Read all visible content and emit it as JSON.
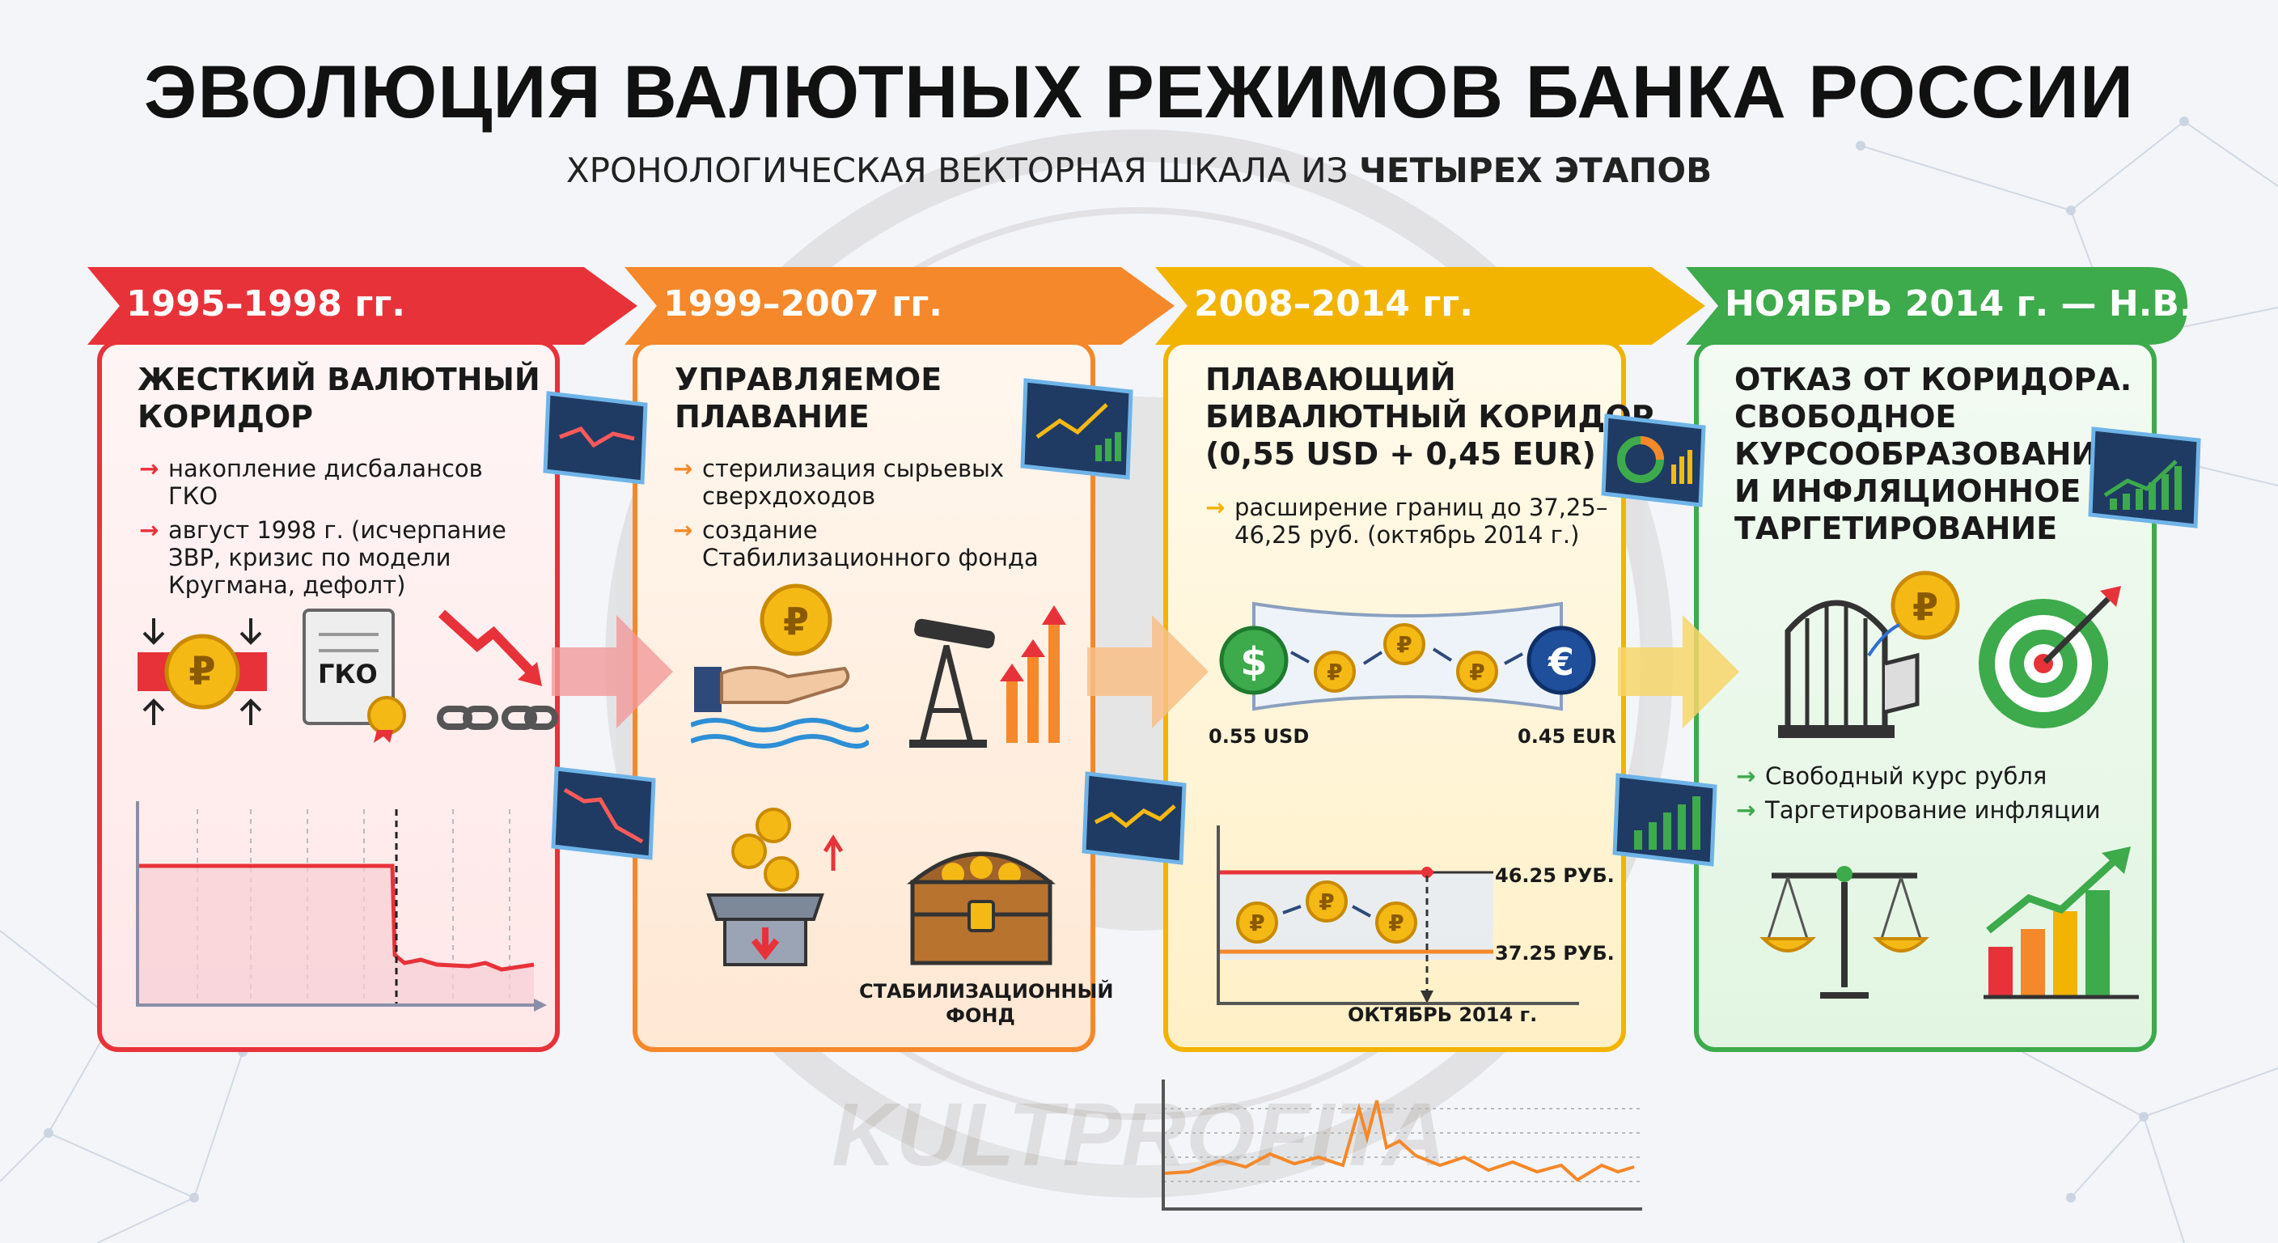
{
  "header": {
    "title": "ЭВОЛЮЦИЯ ВАЛЮТНЫХ РЕЖИМОВ БАНКА РОССИИ",
    "subtitle_prefix": "ХРОНОЛОГИЧЕСКАЯ ВЕКТОРНАЯ ШКАЛА ИЗ",
    "subtitle_emphasis": "ЧЕТЫРЕХ ЭТАПОВ"
  },
  "watermark": "KULTPROFITA",
  "colors": {
    "stage1": "#e8323a",
    "stage2": "#f5882a",
    "stage3": "#f2b400",
    "stage4": "#3daa4c"
  },
  "stages": [
    {
      "period": "1995–1998 гг.",
      "title": [
        "ЖЕСТКИЙ ВАЛЮТНЫЙ",
        "КОРИДОР"
      ],
      "bullets": [
        "накопление дисбалансов ГКО",
        "август 1998 г. (исчерпание ЗВР, кризис по модели Кругмана, дефолт)"
      ],
      "icon_labels": {
        "document": "ГКО"
      },
      "icons": [
        "compressed-ruble-icon",
        "gko-certificate-icon",
        "falling-arrow-broken-chain-icon",
        "monitor-falling-chart-icon"
      ]
    },
    {
      "period": "1999–2007 гг.",
      "title": [
        "УПРАВЛЯЕМОЕ",
        "ПЛАВАНИЕ"
      ],
      "bullets": [
        "стерилизация сырьевых сверхдоходов",
        "создание Стабилизационного фонда"
      ],
      "icon_labels": {
        "chest": "СТАБИЛИЗАЦИОННЫЙ ФОНД"
      },
      "icons": [
        "hand-ruble-icon",
        "oil-pump-rising-arrows-icon",
        "coin-box-icon",
        "treasure-chest-icon",
        "monitor-rising-chart-icon"
      ]
    },
    {
      "period": "2008–2014 гг.",
      "title": [
        "ПЛАВАЮЩИЙ",
        "БИВАЛЮТНЫЙ КОРИДОР",
        "(0,55 USD + 0,45 EUR)"
      ],
      "bullets": [
        "расширение границ до 37,25–46,25 руб. (октябрь 2014 г.)"
      ],
      "basket": {
        "left_label": "0.55 USD",
        "right_label": "0.45 EUR"
      },
      "corridor_chart": {
        "upper_label": "46.25 РУБ.",
        "lower_label": "37.25 РУБ.",
        "x_label": "ОКТЯБРЬ 2014 г."
      },
      "icons": [
        "dollar-coin-icon",
        "euro-coin-icon",
        "monitor-donut-icon"
      ]
    },
    {
      "period": "НОЯБРЬ 2014 г. — Н.В.",
      "title": [
        "ОТКАЗ ОТ КОРИДОРА.",
        "СВОБОДНОЕ",
        "КУРСООБРАЗОВАНИЕ",
        "И ИНФЛЯЦИОННОЕ",
        "ТАРГЕТИРОВАНИЕ"
      ],
      "bullets": [
        "Свободный курс рубля",
        "Таргетирование инфляции"
      ],
      "icons": [
        "open-cage-ruble-icon",
        "target-icon",
        "scales-icon",
        "rising-bars-icon",
        "monitor-bars-icon"
      ]
    }
  ]
}
